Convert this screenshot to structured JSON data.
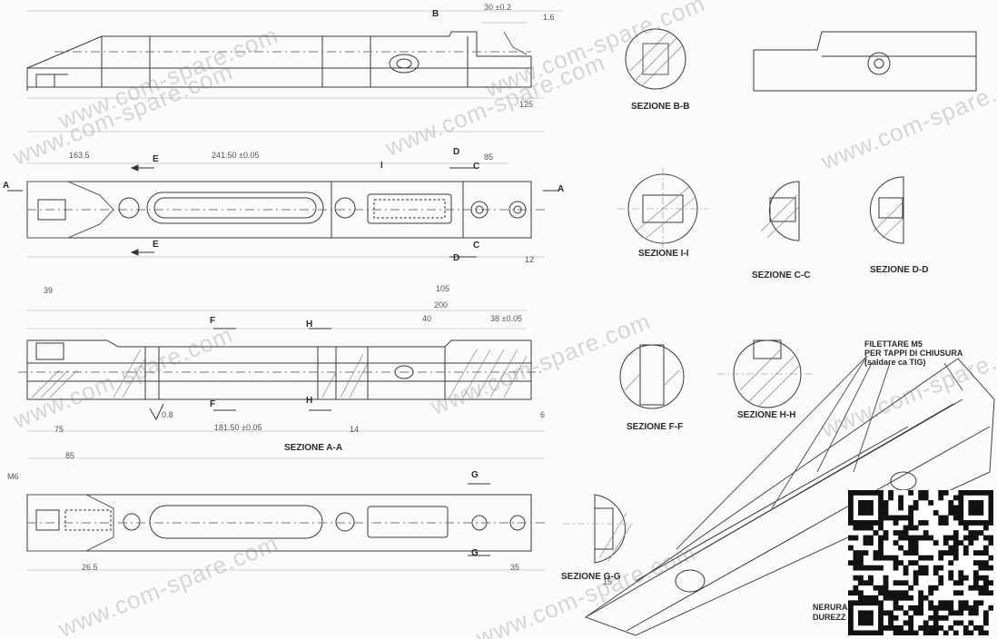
{
  "sections": {
    "bb": "SEZIONE B-B",
    "ii": "SEZIONE I-I",
    "cc": "SEZIONE C-C",
    "dd": "SEZIONE D-D",
    "aa": "SEZIONE A-A",
    "ff": "SEZIONE F-F",
    "hh": "SEZIONE H-H",
    "gg": "SEZIONE G-G"
  },
  "markers": {
    "a": "A",
    "b": "B",
    "c": "C",
    "d": "D",
    "e": "E",
    "f": "F",
    "g": "G",
    "h": "H",
    "i": "I"
  },
  "dimensions": {
    "d30": "30 ±0.2",
    "d16": "1.6",
    "d1635": "163.5",
    "d2415": "241.50 ±0.05",
    "d85": "85",
    "d12": "12",
    "d39": "39",
    "d105": "105",
    "d200": "200",
    "d40": "40",
    "d3805": "38 ±0.05",
    "d75": "75",
    "d1815": "181.50 ±0.05",
    "d14": "14",
    "d6": "6",
    "d08": "0.8",
    "d85b": "85",
    "d35": "35",
    "d15": "15",
    "m6": "M6",
    "d125": "125",
    "d265": "26.5"
  },
  "notes": {
    "thread_1": "FILETTARE M5",
    "thread_2": "PER TAPPI DI CHIUSURA",
    "thread_3": "(saldare ca TIG)",
    "bottom_1": "NERURA",
    "bottom_2": "DUREZZ"
  },
  "watermark": "www.com-spare.com"
}
